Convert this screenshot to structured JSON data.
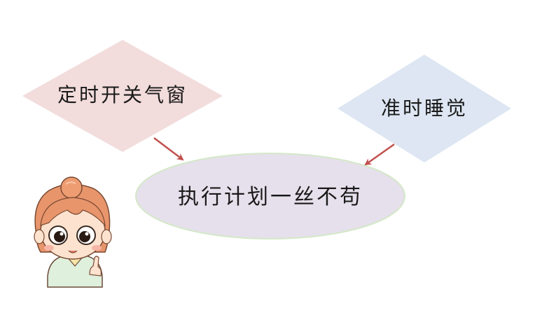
{
  "diagram": {
    "left_node": {
      "text": "定时开关气窗",
      "color": "#f3dcdc"
    },
    "right_node": {
      "text": "准时睡觉",
      "color": "#dde6f2"
    },
    "center_node": {
      "text": "执行计划一丝不苟",
      "color": "#e6e0ec",
      "border": "#d4e8c8"
    },
    "arrow_color": "#c0504d"
  },
  "mascot": {
    "name": "cartoon-girl"
  }
}
